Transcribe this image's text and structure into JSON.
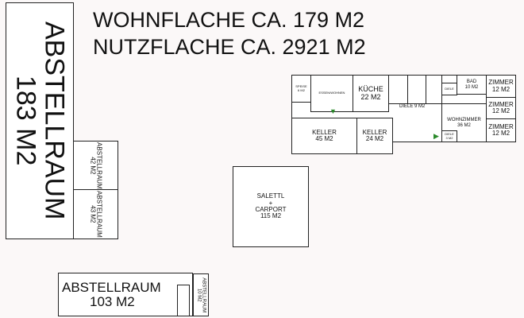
{
  "header": {
    "line1": "WOHNFLACHE CA. 179 M2",
    "line2": "NUTZFLACHE CA. 2921 M2"
  },
  "rooms": {
    "abstellraum_183": {
      "name": "ABSTELLRAUM",
      "area": "183 M2"
    },
    "abstellraum_42": {
      "name": "ABSTELLRAUM",
      "area": "42 M2"
    },
    "abstellraum_43": {
      "name": "ABSTELLRAUM",
      "area": "43 M2"
    },
    "abstellraum_103": {
      "name": "ABSTELLRAUM",
      "area": "103 M2"
    },
    "abstellraum_10": {
      "name": "ABSTELLRAUM",
      "area": "10 M2"
    },
    "saletti": {
      "name": "SALETTL",
      "plus": "+",
      "name2": "CARPORT",
      "area": "115 M2"
    },
    "speis": {
      "name": "SPEISE",
      "area": "6 M2"
    },
    "essen": {
      "name": "ESSEN/WOHNEN"
    },
    "kueche": {
      "name": "KÜCHE",
      "area": "22 M2"
    },
    "diele9": {
      "name": "DIELE 9 M2"
    },
    "bad": {
      "name": "BAD",
      "area": "10 M2"
    },
    "diele_small": {
      "name": "DIELE"
    },
    "zimmer1": {
      "name": "ZIMMER",
      "area": "12 M2"
    },
    "zimmer2": {
      "name": "ZIMMER",
      "area": "12 M2"
    },
    "zimmer3": {
      "name": "ZIMMER",
      "area": "12 M2"
    },
    "wohnzimmer": {
      "name": "WOHNZIMMER",
      "area": "36 M2"
    },
    "diele3": {
      "name": "DIELE",
      "area": "3 M2"
    },
    "keller45": {
      "name": "KELLER",
      "area": "45 M2"
    },
    "keller24": {
      "name": "KELLER",
      "area": "24 M2"
    }
  },
  "colors": {
    "walls": "#222222",
    "entrance_arrow": "#2a8a2a"
  }
}
